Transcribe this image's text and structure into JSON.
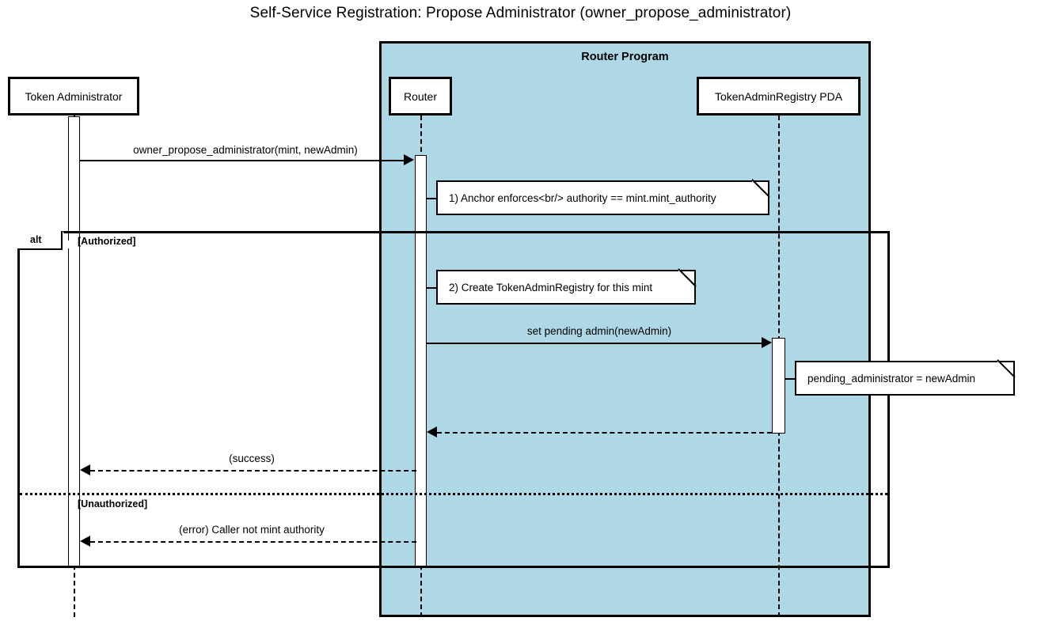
{
  "diagram": {
    "title": "Self-Service Registration: Propose Administrator (owner_propose_administrator)",
    "type": "sequence-diagram",
    "colors": {
      "group_fill": "#aed8e6",
      "stroke": "#000000",
      "note_fill": "#ffffff",
      "participant_fill": "#ffffff"
    }
  },
  "group": {
    "label": "Router Program"
  },
  "participants": [
    {
      "id": "token-administrator",
      "label": "Token Administrator"
    },
    {
      "id": "router",
      "label": "Router"
    },
    {
      "id": "token-admin-registry-pda",
      "label": "TokenAdminRegistry PDA"
    }
  ],
  "messages": [
    {
      "id": "m1",
      "label": "owner_propose_administrator(mint, newAdmin)",
      "from": "token-administrator",
      "to": "router",
      "style": "solid",
      "direction": "right"
    },
    {
      "id": "m2",
      "label": "set pending admin(newAdmin)",
      "from": "router",
      "to": "token-admin-registry-pda",
      "style": "solid",
      "direction": "right"
    },
    {
      "id": "m3",
      "label": "",
      "from": "token-admin-registry-pda",
      "to": "router",
      "style": "dashed",
      "direction": "left"
    },
    {
      "id": "m4",
      "label": "(success)",
      "from": "router",
      "to": "token-administrator",
      "style": "dashed",
      "direction": "left"
    },
    {
      "id": "m5",
      "label": "(error) Caller not mint authority",
      "from": "router",
      "to": "token-administrator",
      "style": "dashed",
      "direction": "left"
    }
  ],
  "notes": [
    {
      "id": "note1",
      "text": "1) Anchor enforces<br/> authority == mint.mint_authority",
      "attached_to": "router"
    },
    {
      "id": "note2",
      "text": "2) Create TokenAdminRegistry for this mint",
      "attached_to": "router"
    },
    {
      "id": "note3",
      "text": "pending_administrator = newAdmin",
      "attached_to": "token-admin-registry-pda"
    }
  ],
  "fragment": {
    "operator": "alt",
    "guards": [
      {
        "id": "guard-authorized",
        "label": "[Authorized]"
      },
      {
        "id": "guard-unauthorized",
        "label": "[Unauthorized]"
      }
    ]
  }
}
